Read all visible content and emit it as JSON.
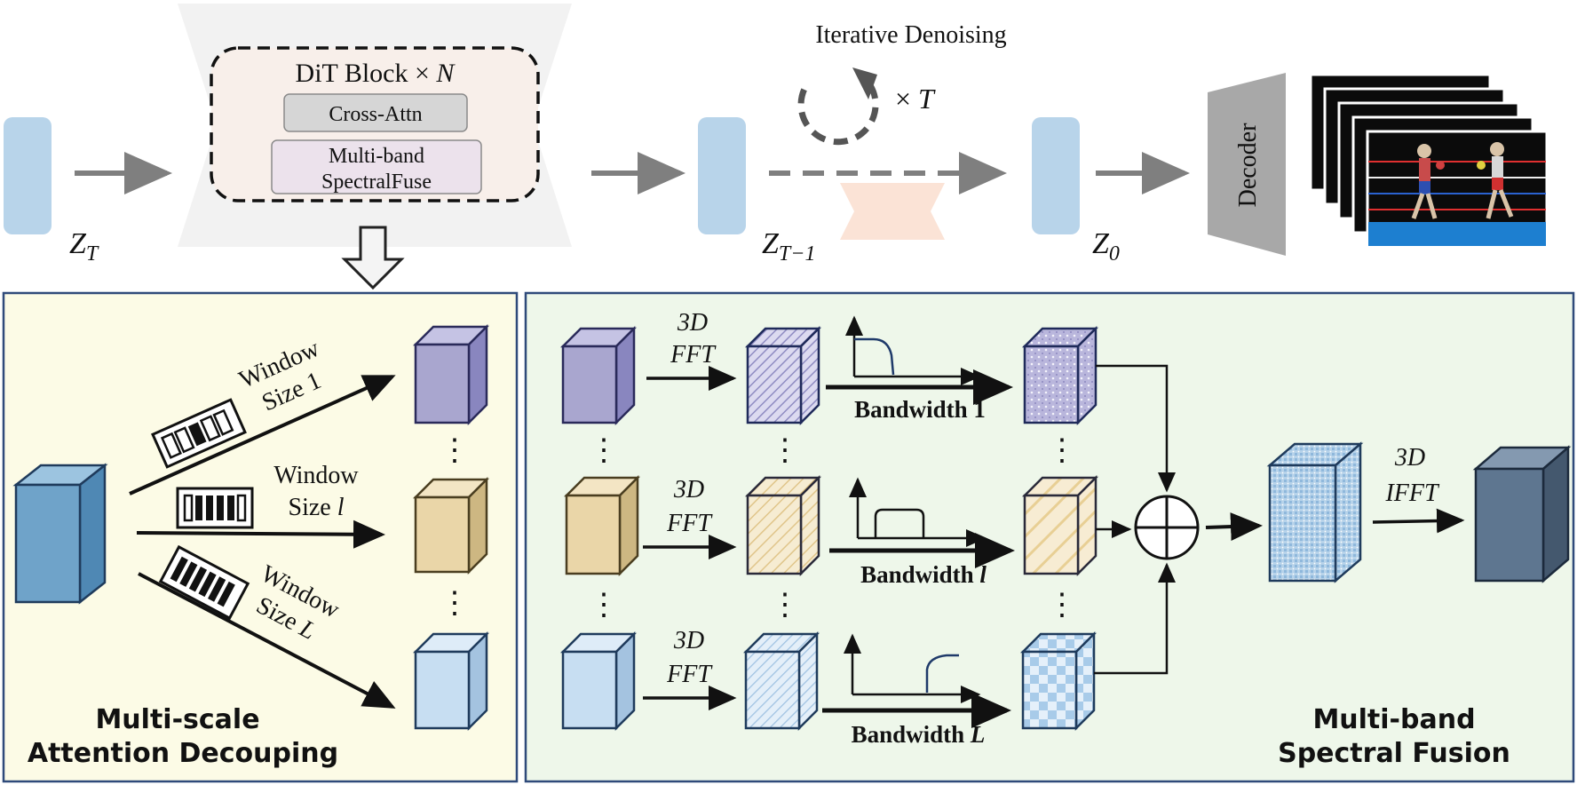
{
  "top": {
    "dit_block_label": "DiT Block × ",
    "dit_block_n": "N",
    "cross_attn": "Cross-Attn",
    "spectral_line1": "Multi-band",
    "spectral_line2": "SpectralFuse",
    "z_t_main": "Z",
    "z_t_sub": "T",
    "z_tm1_main": "Z",
    "z_tm1_sub": "T−1",
    "z_0_main": "Z",
    "z_0_sub": "0",
    "iterative_denoising": "Iterative Denoising",
    "times_t_prefix": "× ",
    "times_t_var": "T",
    "decoder": "Decoder"
  },
  "left_panel": {
    "title_line1": "Multi-scale",
    "title_line2": "Attention Decouping",
    "windows": [
      {
        "line1": "Window",
        "line2_prefix": "Size ",
        "line2_var": "1"
      },
      {
        "line1": "Window",
        "line2_prefix": "Size ",
        "line2_var": "l"
      },
      {
        "line1": "Window",
        "line2_prefix": "Size ",
        "line2_var": "L"
      }
    ],
    "dots": "⋮"
  },
  "right_panel": {
    "title_line1": "Multi-band",
    "title_line2": "Spectral Fusion",
    "fft_line1": "3D",
    "fft_line2": "FFT",
    "ifft_line1": "3D",
    "ifft_line2": "IFFT",
    "bandwidths": [
      {
        "prefix": "Bandwidth ",
        "var": "1"
      },
      {
        "prefix": "Bandwidth ",
        "var": "l"
      },
      {
        "prefix": "Bandwidth ",
        "var": "L"
      }
    ],
    "dots": "⋮"
  },
  "colors": {
    "latent_blue": "#b8d4ea",
    "arrow_gray": "#7f7f7f",
    "left_panel_bg": "#fcfbe6",
    "right_panel_bg": "#eef7ea",
    "panel_border": "#2f4a7a",
    "cube_purple": "#a9a6cf",
    "cube_tan": "#ead6a8",
    "cube_lightblue": "#c7def2",
    "cube_blue": "#6fa3c9",
    "cube_navy": "#5e7690"
  }
}
